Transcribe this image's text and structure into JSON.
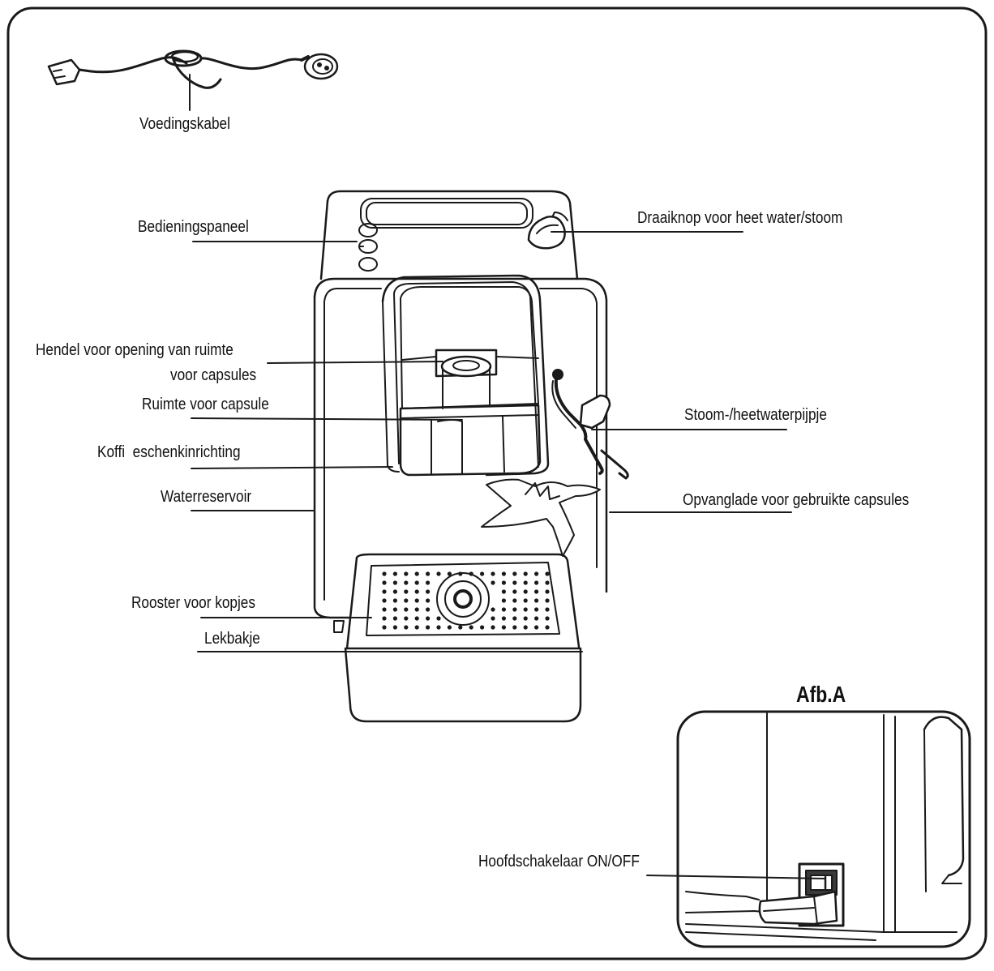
{
  "labels": {
    "power_cord": "Voedingskabel",
    "control_panel": "Bedieningspaneel",
    "knob": "Draaiknop voor heet water/stoom",
    "lever_line1": "Hendel voor opening van ruimte",
    "lever_line2": "voor capsules",
    "capsule_space": "Ruimte voor capsule",
    "coffee_dispenser": "Koffi  eschenkinrichting",
    "steam_pipe": "Stoom-/heetwaterpijpje",
    "water_tank": "Waterreservoir",
    "capsule_drawer": "Opvanglade voor gebruikte capsules",
    "cup_grid": "Rooster voor kopjes",
    "drip_tray": "Lekbakje",
    "main_switch": "Hoofdschakelaar ON/OFF"
  },
  "inset": {
    "title": "Afb.A"
  },
  "colors": {
    "line": "#1a1a1a",
    "background": "#ffffff"
  }
}
